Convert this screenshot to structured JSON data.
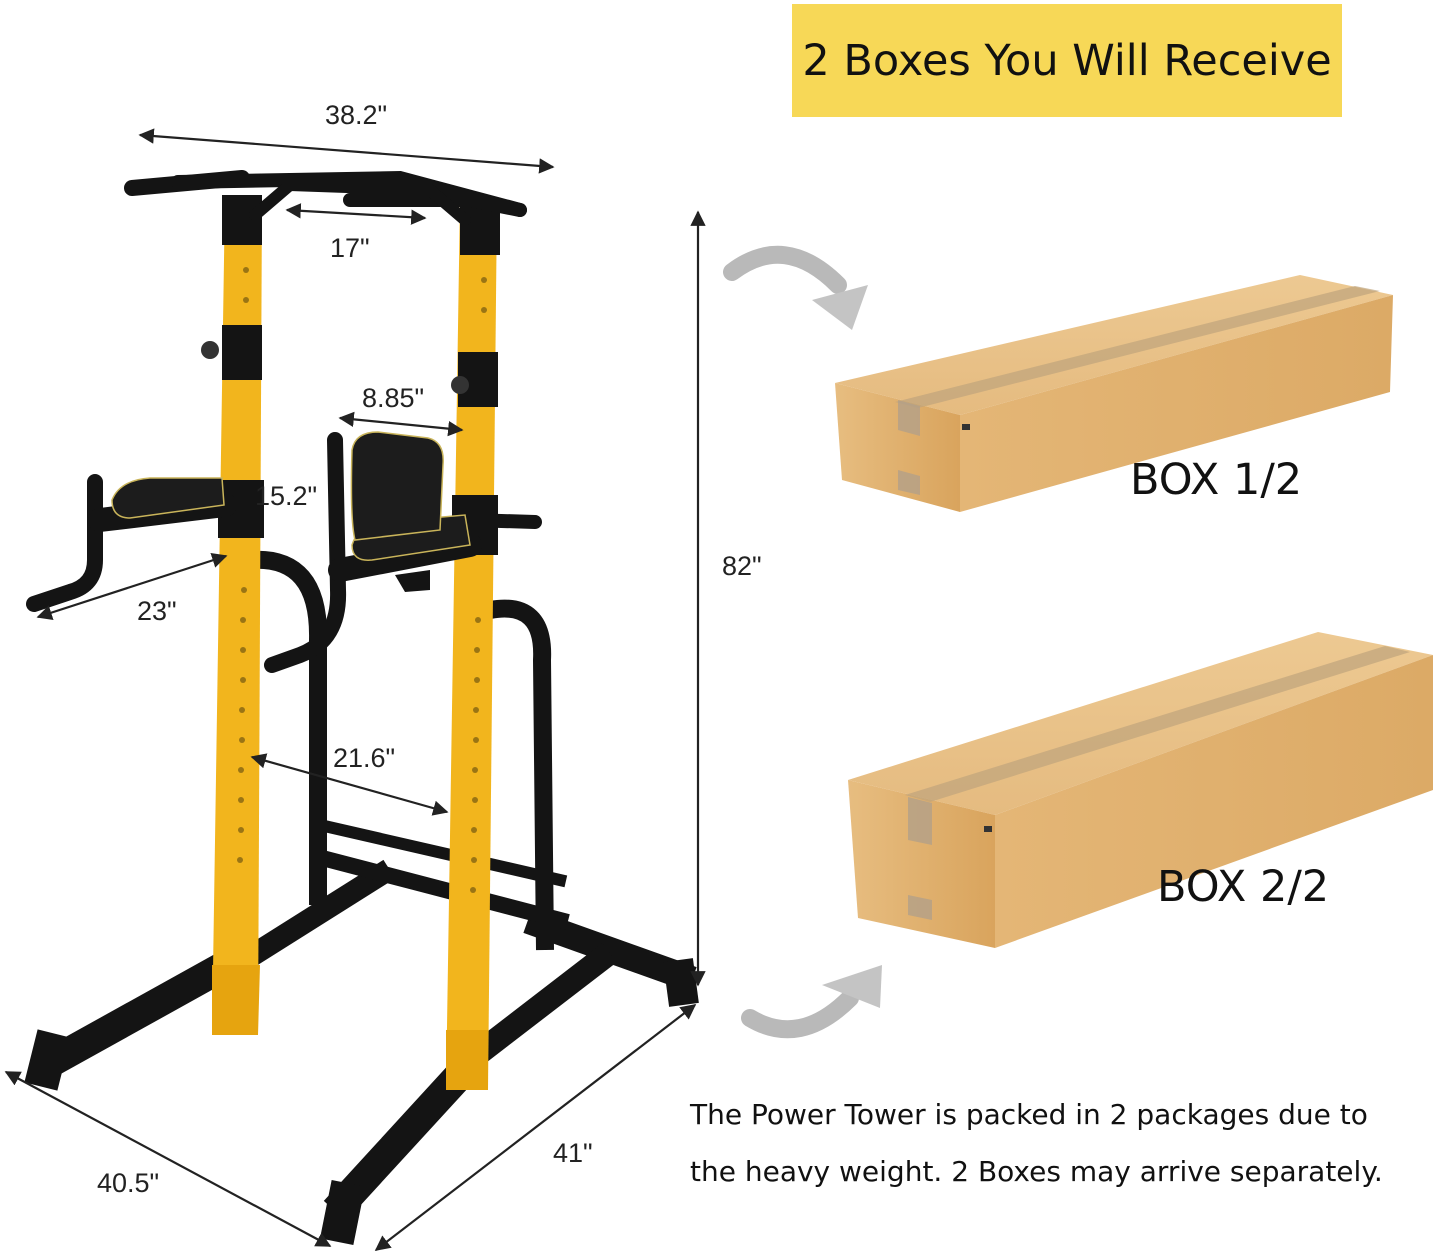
{
  "banner": {
    "title": "2 Boxes You Will Receive",
    "bg_color": "#f7d857"
  },
  "product": {
    "frame_color": "#f2b51d",
    "bar_color": "#141414",
    "dimensions": {
      "top_width": "38.2\"",
      "grip_width": "17\"",
      "backrest_width": "8.85\"",
      "backrest_height": "15.2\"",
      "arm_length": "23\"",
      "inner_width": "21.6\"",
      "height": "82\"",
      "base_width": "40.5\"",
      "base_depth": "41\""
    }
  },
  "boxes": [
    {
      "label": "BOX 1/2"
    },
    {
      "label": "BOX 2/2"
    }
  ],
  "box_color": "#e2b677",
  "note": {
    "line1": "The Power Tower is packed in 2 packages due to",
    "line2": "the heavy weight. 2 Boxes may arrive separately."
  }
}
